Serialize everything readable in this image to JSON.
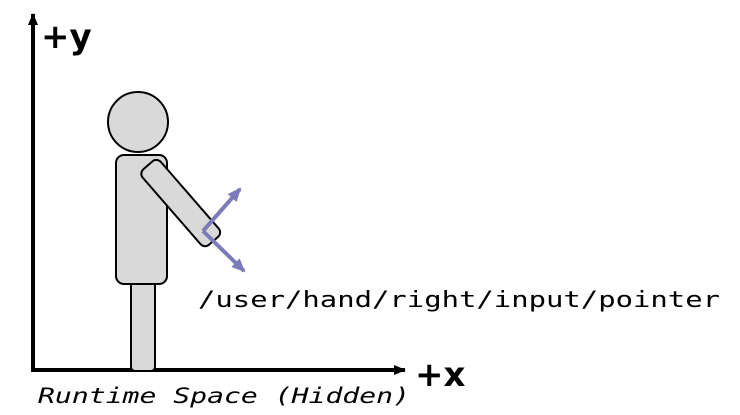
{
  "axes": {
    "y_label": "+y",
    "x_label": "+x"
  },
  "pointer_path": "/user/hand/right/input/pointer",
  "space_label": "Runtime Space (Hidden)",
  "colors": {
    "figure_fill": "#d9d9d9",
    "figure_stroke": "#000000",
    "pose_arrow": "#7b7bb8",
    "axis": "#000000"
  },
  "icons": {
    "figure": "person-figure-icon",
    "pose": "pose-axes-icon"
  }
}
